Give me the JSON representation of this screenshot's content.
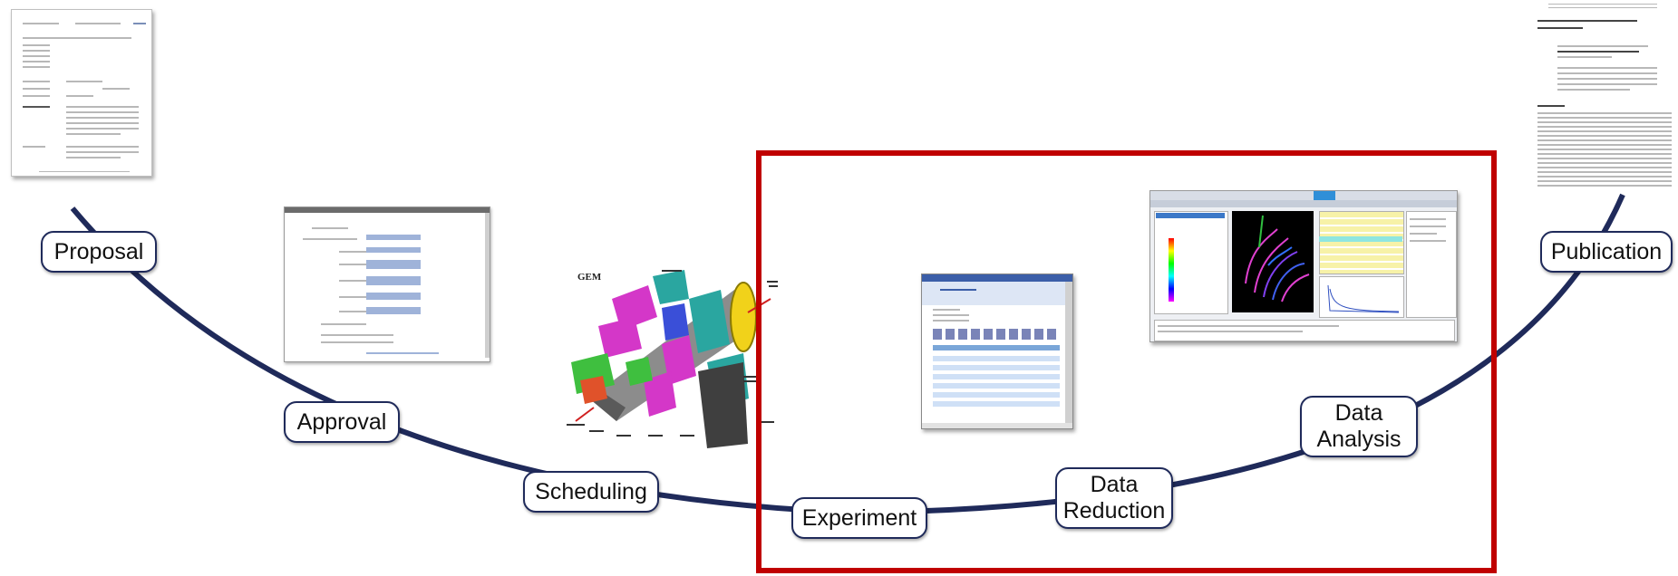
{
  "workflow": {
    "stages": [
      {
        "id": "proposal",
        "label": "Proposal"
      },
      {
        "id": "approval",
        "label": "Approval"
      },
      {
        "id": "scheduling",
        "label": "Scheduling"
      },
      {
        "id": "experiment",
        "label": "Experiment"
      },
      {
        "id": "data-reduction",
        "label": "Data\nReduction"
      },
      {
        "id": "data-analysis",
        "label": "Data\nAnalysis"
      },
      {
        "id": "publication",
        "label": "Publication"
      }
    ],
    "highlighted_stages": [
      "experiment",
      "data-reduction",
      "data-analysis"
    ]
  },
  "images": {
    "detector_title": "GEM"
  },
  "colors": {
    "arc": "#1f2a5a",
    "highlight": "#c00000",
    "pill_border": "#1f2a5a"
  }
}
